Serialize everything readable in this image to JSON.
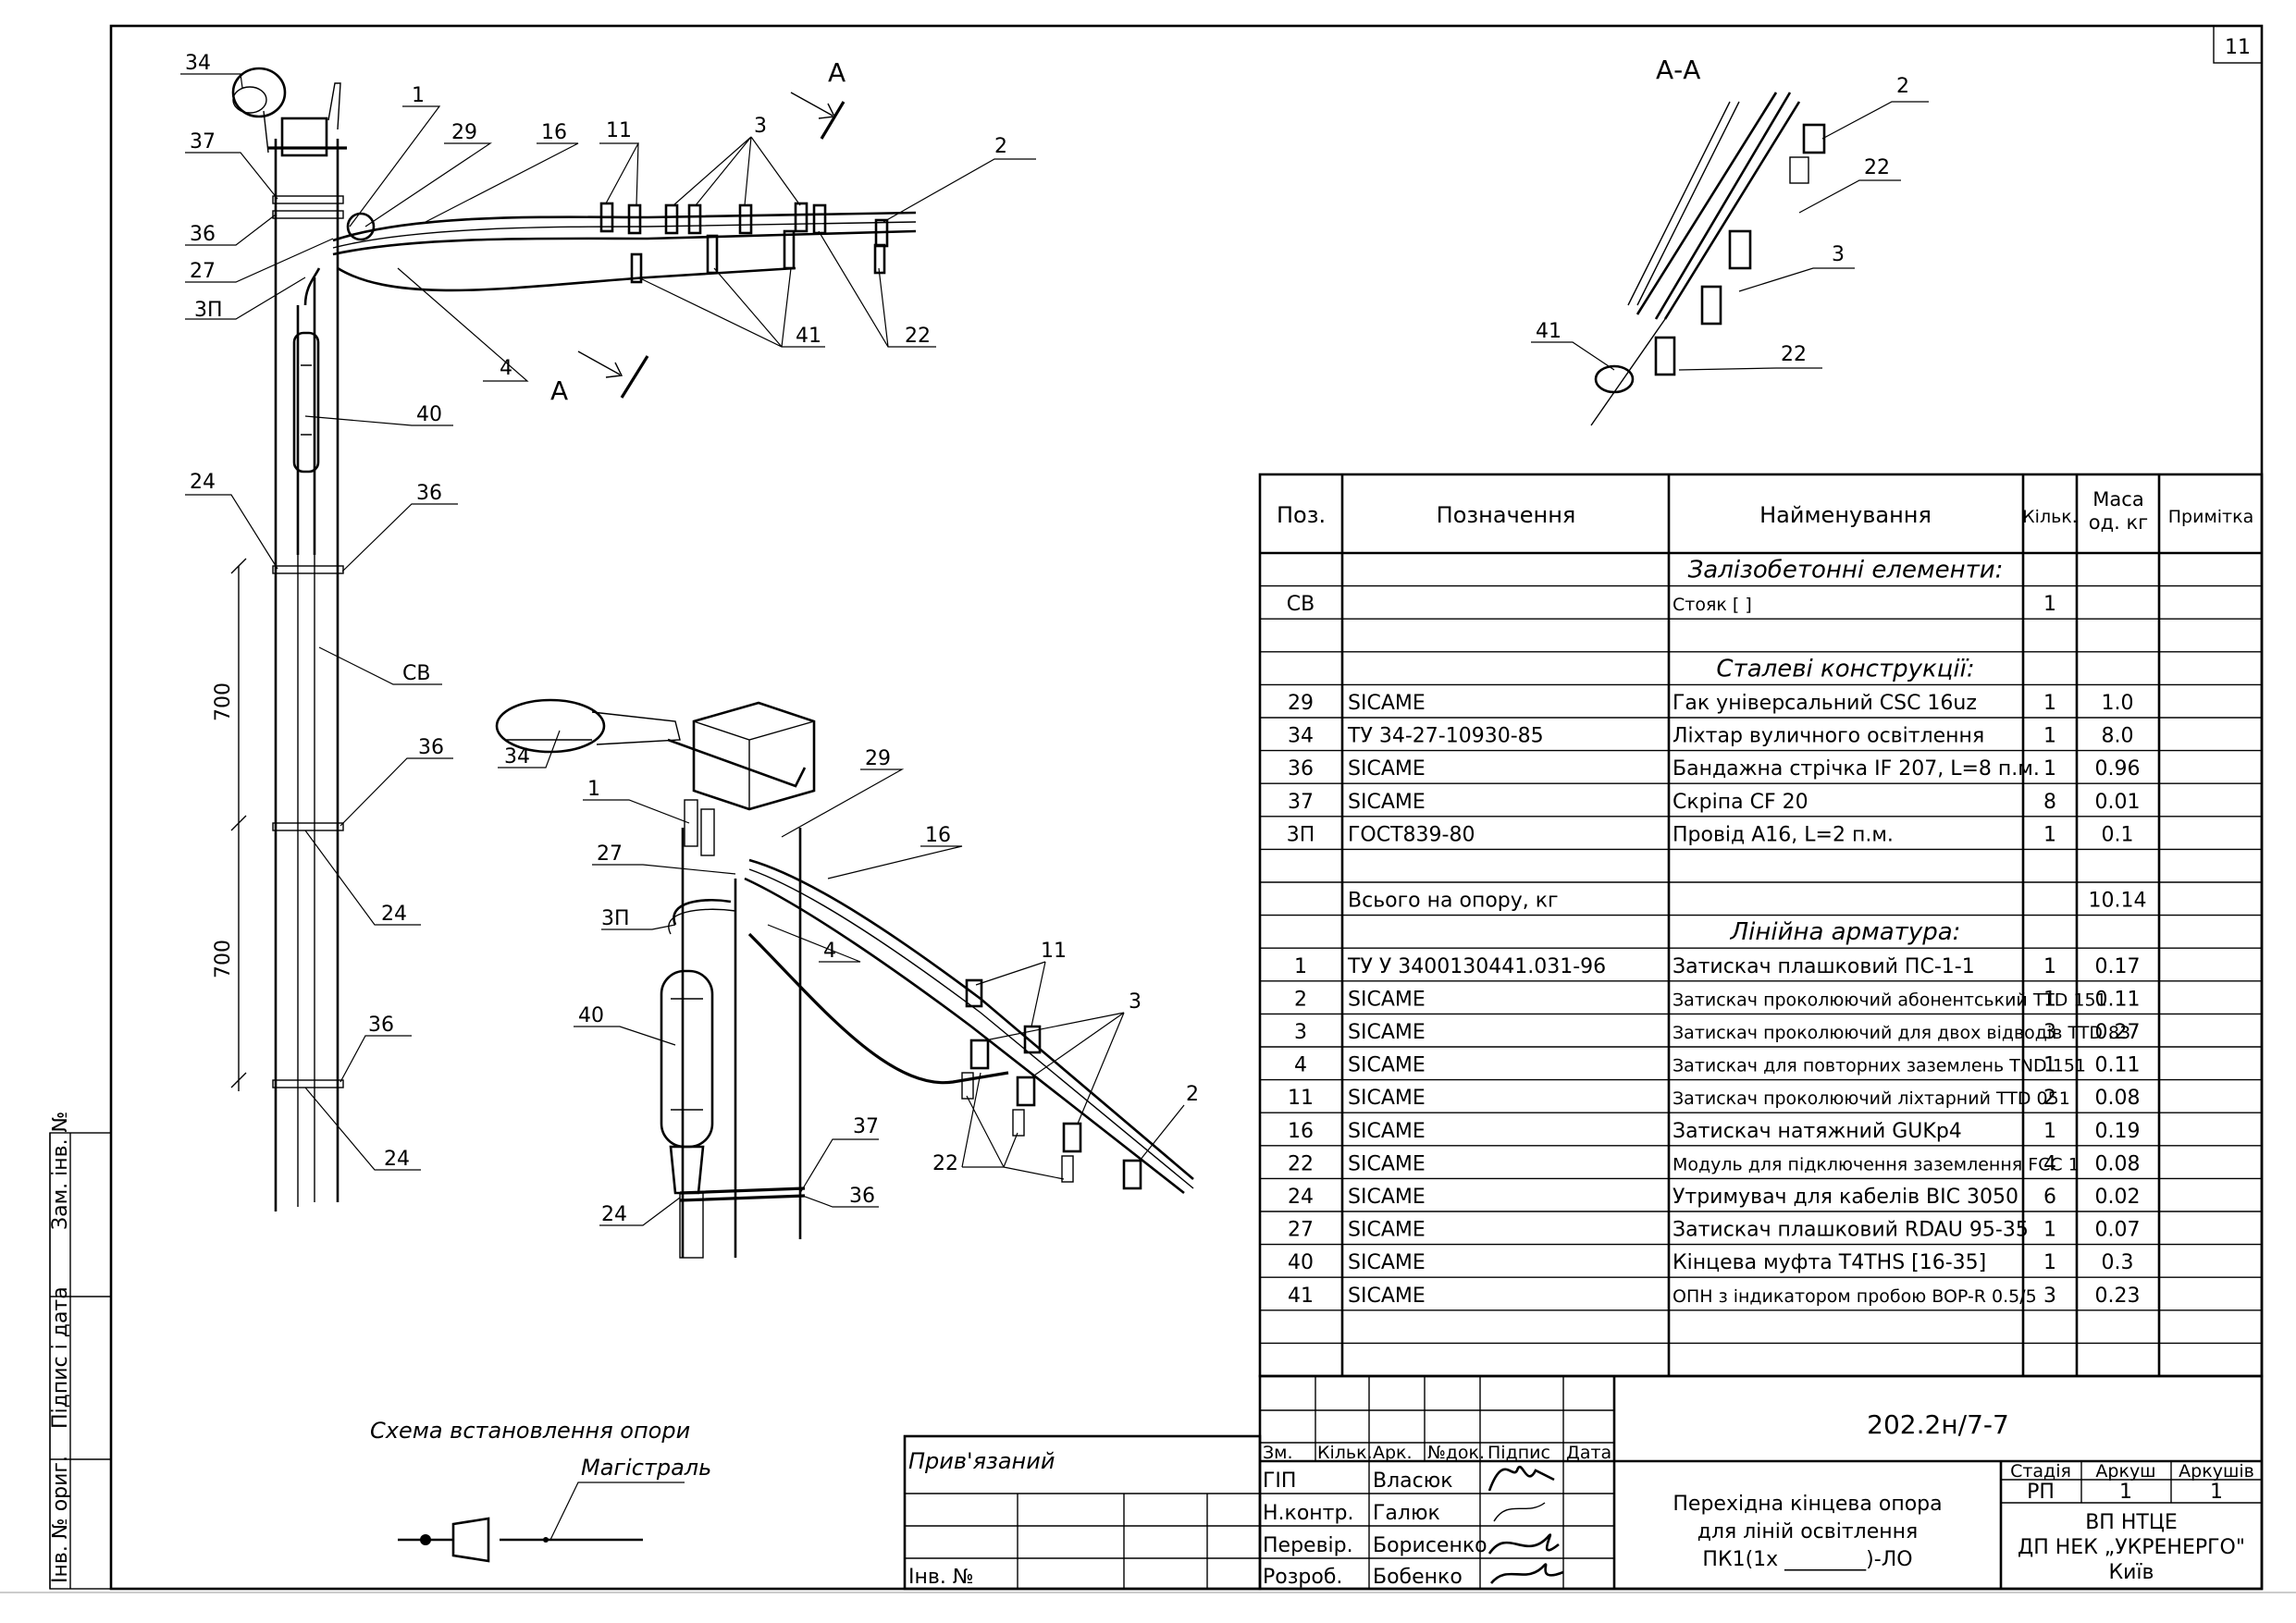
{
  "sheet_number": "11",
  "section_label": "А-А",
  "section_mark": "А",
  "callouts": {
    "top": [
      "34",
      "37",
      "36",
      "27",
      "3П",
      "1",
      "29",
      "16",
      "11",
      "3",
      "2",
      "4",
      "41",
      "22",
      "40",
      "24",
      "36",
      "СВ",
      "36",
      "24",
      "36",
      "24"
    ],
    "dims": [
      "700",
      "700"
    ],
    "iso": [
      "34",
      "1",
      "27",
      "3П",
      "29",
      "16",
      "4",
      "40",
      "11",
      "3",
      "2",
      "22",
      "37",
      "36",
      "24"
    ],
    "section": [
      "2",
      "22",
      "3",
      "41",
      "22"
    ]
  },
  "spec_table": {
    "headers": [
      "Поз.",
      "Позначення",
      "Найменування",
      "Кільк.",
      "Маса од. кг",
      "Примітка"
    ],
    "rows": [
      {
        "pos": "",
        "code": "",
        "name": "Залізобетонні елементи:",
        "qty": "",
        "mass": "",
        "section": true
      },
      {
        "pos": "СВ",
        "code": "",
        "name": "Стояк [                                     ]",
        "qty": "1",
        "mass": ""
      },
      {
        "pos": "",
        "code": "",
        "name": "",
        "qty": "",
        "mass": ""
      },
      {
        "pos": "",
        "code": "",
        "name": "Сталеві конструкції:",
        "qty": "",
        "mass": "",
        "section": true
      },
      {
        "pos": "29",
        "code": "SICAME",
        "name": "Гак універсальний CSC 16uz",
        "qty": "1",
        "mass": "1.0"
      },
      {
        "pos": "34",
        "code": "ТУ 34-27-10930-85",
        "name": "Ліхтар вуличного освітлення",
        "qty": "1",
        "mass": "8.0"
      },
      {
        "pos": "36",
        "code": "SICAME",
        "name": "Бандажна стрічка IF 207, L=8 п.м.",
        "qty": "1",
        "mass": "0.96"
      },
      {
        "pos": "37",
        "code": "SICAME",
        "name": "Скріпа CF 20",
        "qty": "8",
        "mass": "0.01"
      },
      {
        "pos": "3П",
        "code": "ГОСТ839-80",
        "name": "Провід А16, L=2 п.м.",
        "qty": "1",
        "mass": "0.1"
      },
      {
        "pos": "",
        "code": "",
        "name": "",
        "qty": "",
        "mass": ""
      },
      {
        "pos": "",
        "code": "Всього на опору, кг",
        "name": "",
        "qty": "",
        "mass": "10.14"
      },
      {
        "pos": "",
        "code": "",
        "name": "Лінійна арматура:",
        "qty": "",
        "mass": "",
        "section": true
      },
      {
        "pos": "1",
        "code": "ТУ У 3400130441.031-96",
        "name": "Затискач плашковий ПС-1-1",
        "qty": "1",
        "mass": "0.17"
      },
      {
        "pos": "2",
        "code": "SICAME",
        "name": "Затискач проколюючий абонентський TTD 151",
        "qty": "1",
        "mass": "0.11"
      },
      {
        "pos": "3",
        "code": "SICAME",
        "name": "Затискач проколюючий для двох відводів  TTD 83",
        "qty": "3",
        "mass": "0.27"
      },
      {
        "pos": "4",
        "code": "SICAME",
        "name": "Затискач для повторних заземлень TND 151",
        "qty": "1",
        "mass": "0.11"
      },
      {
        "pos": "11",
        "code": "SICAME",
        "name": "Затискач проколюючий ліхтарний TTD 051",
        "qty": "2",
        "mass": "0.08"
      },
      {
        "pos": "16",
        "code": "SICAME",
        "name": "Затискач натяжний GUKp4",
        "qty": "1",
        "mass": "0.19"
      },
      {
        "pos": "22",
        "code": "SICAME",
        "name": "Модуль для підключення заземлення FCC 1",
        "qty": "4",
        "mass": "0.08"
      },
      {
        "pos": "24",
        "code": "SICAME",
        "name": "Утримувач для кабелів BIC 3050",
        "qty": "6",
        "mass": "0.02"
      },
      {
        "pos": "27",
        "code": "SICAME",
        "name": "Затискач плашковий RDAU 95-35",
        "qty": "1",
        "mass": "0.07"
      },
      {
        "pos": "40",
        "code": "SICAME",
        "name": "Кінцева муфта T4THS [16-35]",
        "qty": "1",
        "mass": "0.3"
      },
      {
        "pos": "41",
        "code": "SICAME",
        "name": "ОПН з індикатором пробою BOP-R 0.5/5",
        "qty": "3",
        "mass": "0.23"
      },
      {
        "pos": "",
        "code": "",
        "name": "",
        "qty": "",
        "mass": ""
      },
      {
        "pos": "",
        "code": "",
        "name": "",
        "qty": "",
        "mass": ""
      }
    ]
  },
  "scheme": {
    "title": "Схема встановлення опори",
    "line_label": "Магістраль"
  },
  "left_stamp": [
    "Інв. № ориг.",
    "Підпис і дата",
    "Зам. інв. №"
  ],
  "binding_block": {
    "label": "Прив'язаний",
    "inv": "Інв. №"
  },
  "title_block": {
    "doc_code": "202.2н/7-7",
    "col_headers": [
      "Зм.",
      "Кільк.",
      "Арк.",
      "№док.",
      "Підпис",
      "Дата"
    ],
    "roles": [
      {
        "role": "ГІП",
        "name": "Власюк"
      },
      {
        "role": "Н.контр.",
        "name": "Галюк"
      },
      {
        "role": "Перевір.",
        "name": "Борисенко"
      },
      {
        "role": "Розроб.",
        "name": "Бобенко"
      }
    ],
    "title_lines": [
      "Перехідна кінцева опора",
      "для ліній освітлення",
      "ПК1(1х ________)-ЛО"
    ],
    "stage_headers": [
      "Стадія",
      "Аркуш",
      "Аркушів"
    ],
    "stage_values": [
      "РП",
      "1",
      "1"
    ],
    "org_lines": [
      "ВП НТЦЕ",
      "ДП НЕК „УКРЕНЕРГО\"",
      "Київ"
    ]
  }
}
